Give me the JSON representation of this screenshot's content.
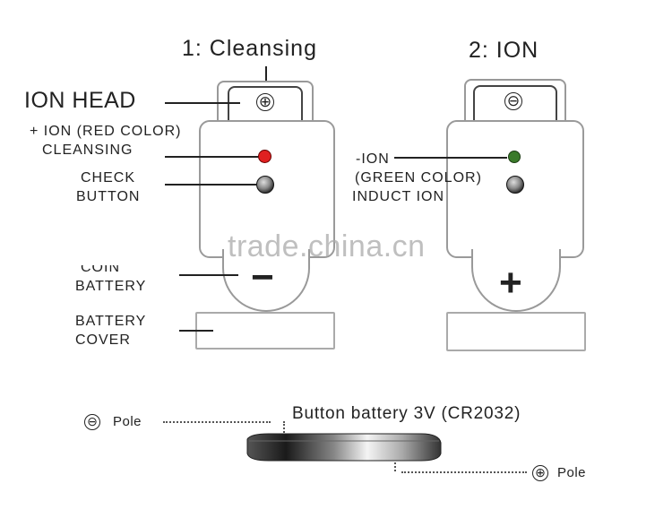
{
  "diagram": {
    "panel1": {
      "title": "1: Cleansing",
      "head_symbol": "⊕",
      "labels": {
        "ion_head": "ION HEAD",
        "ion_red_line1": "+ ION (RED COLOR)",
        "ion_red_line2": "CLEANSING",
        "check_line1": "CHECK",
        "check_line2": "BUTTON",
        "coin_line1": "COIN",
        "coin_line2": "BATTERY",
        "cover_line1": "BATTERY",
        "cover_line2": "COVER"
      },
      "battery_symbol": "−",
      "led_color": "#e02020"
    },
    "panel2": {
      "title": "2: ION",
      "head_symbol": "⊖",
      "labels": {
        "ion_line1": "-ION",
        "ion_line2": "(GREEN COLOR)",
        "ion_line3": "INDUCT ION"
      },
      "battery_symbol": "+",
      "led_color": "#3a7a2a"
    },
    "battery": {
      "title": "Button battery  3V (CR2032)",
      "neg_pole_symbol": "⊖",
      "neg_pole_label": "Pole",
      "pos_pole_symbol": "⊕",
      "pos_pole_label": "Pole"
    },
    "watermark": "trade.china.cn"
  }
}
